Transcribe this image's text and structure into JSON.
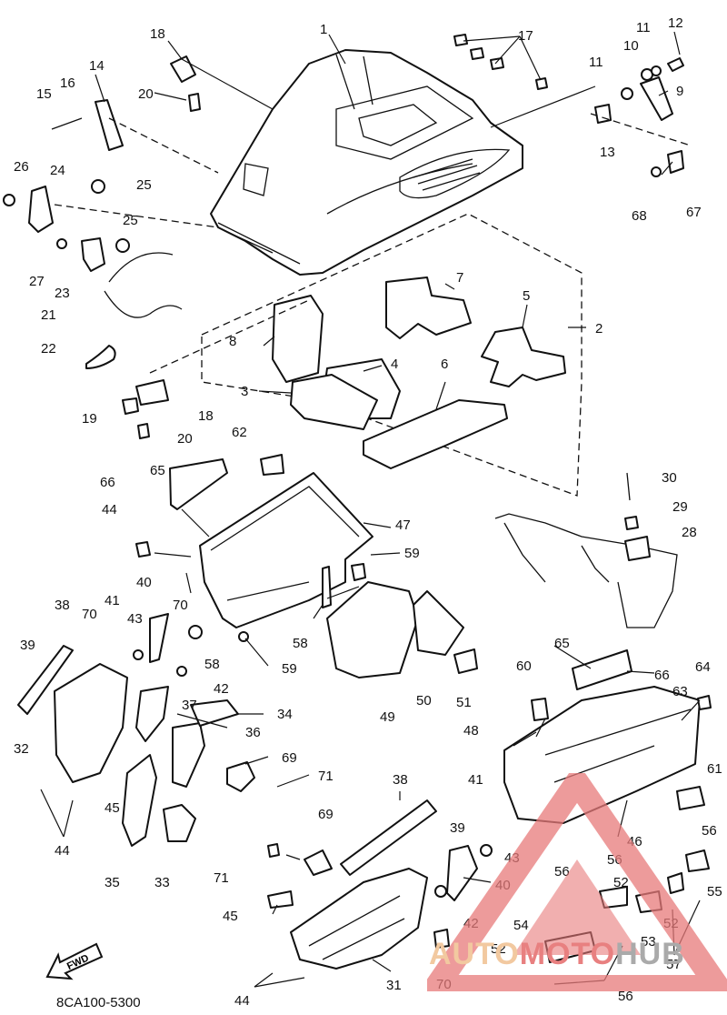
{
  "diagram_code": "8CA100-5300",
  "fwd_label": "FWD",
  "watermark": {
    "part1": "AUTO",
    "part2": "MOTO",
    "part3": "HUB"
  },
  "callouts": [
    {
      "id": "c1",
      "text": "1"
    },
    {
      "id": "c2",
      "text": "2"
    },
    {
      "id": "c3",
      "text": "3"
    },
    {
      "id": "c4",
      "text": "4"
    },
    {
      "id": "c5",
      "text": "5"
    },
    {
      "id": "c6",
      "text": "6"
    },
    {
      "id": "c7",
      "text": "7"
    },
    {
      "id": "c8",
      "text": "8"
    },
    {
      "id": "c9",
      "text": "9"
    },
    {
      "id": "c10",
      "text": "10"
    },
    {
      "id": "c11a",
      "text": "11"
    },
    {
      "id": "c11b",
      "text": "11"
    },
    {
      "id": "c12",
      "text": "12"
    },
    {
      "id": "c13",
      "text": "13"
    },
    {
      "id": "c14",
      "text": "14"
    },
    {
      "id": "c15",
      "text": "15"
    },
    {
      "id": "c16",
      "text": "16"
    },
    {
      "id": "c17",
      "text": "17"
    },
    {
      "id": "c18a",
      "text": "18"
    },
    {
      "id": "c18b",
      "text": "18"
    },
    {
      "id": "c19",
      "text": "19"
    },
    {
      "id": "c20a",
      "text": "20"
    },
    {
      "id": "c20b",
      "text": "20"
    },
    {
      "id": "c21",
      "text": "21"
    },
    {
      "id": "c22",
      "text": "22"
    },
    {
      "id": "c23",
      "text": "23"
    },
    {
      "id": "c24",
      "text": "24"
    },
    {
      "id": "c25a",
      "text": "25"
    },
    {
      "id": "c25b",
      "text": "25"
    },
    {
      "id": "c26",
      "text": "26"
    },
    {
      "id": "c27",
      "text": "27"
    },
    {
      "id": "c28",
      "text": "28"
    },
    {
      "id": "c29",
      "text": "29"
    },
    {
      "id": "c30",
      "text": "30"
    },
    {
      "id": "c31",
      "text": "31"
    },
    {
      "id": "c32",
      "text": "32"
    },
    {
      "id": "c33",
      "text": "33"
    },
    {
      "id": "c34",
      "text": "34"
    },
    {
      "id": "c35",
      "text": "35"
    },
    {
      "id": "c36",
      "text": "36"
    },
    {
      "id": "c37",
      "text": "37"
    },
    {
      "id": "c38a",
      "text": "38"
    },
    {
      "id": "c38b",
      "text": "38"
    },
    {
      "id": "c39a",
      "text": "39"
    },
    {
      "id": "c39b",
      "text": "39"
    },
    {
      "id": "c40a",
      "text": "40"
    },
    {
      "id": "c40b",
      "text": "40"
    },
    {
      "id": "c41a",
      "text": "41"
    },
    {
      "id": "c41b",
      "text": "41"
    },
    {
      "id": "c42a",
      "text": "42"
    },
    {
      "id": "c42b",
      "text": "42"
    },
    {
      "id": "c43a",
      "text": "43"
    },
    {
      "id": "c43b",
      "text": "43"
    },
    {
      "id": "c44a",
      "text": "44"
    },
    {
      "id": "c44b",
      "text": "44"
    },
    {
      "id": "c44c",
      "text": "44"
    },
    {
      "id": "c45a",
      "text": "45"
    },
    {
      "id": "c45b",
      "text": "45"
    },
    {
      "id": "c46",
      "text": "46"
    },
    {
      "id": "c47",
      "text": "47"
    },
    {
      "id": "c48",
      "text": "48"
    },
    {
      "id": "c49",
      "text": "49"
    },
    {
      "id": "c50",
      "text": "50"
    },
    {
      "id": "c51",
      "text": "51"
    },
    {
      "id": "c52a",
      "text": "52"
    },
    {
      "id": "c52b",
      "text": "52"
    },
    {
      "id": "c52c",
      "text": "52"
    },
    {
      "id": "c53",
      "text": "53"
    },
    {
      "id": "c54",
      "text": "54"
    },
    {
      "id": "c55",
      "text": "55"
    },
    {
      "id": "c56a",
      "text": "56"
    },
    {
      "id": "c56b",
      "text": "56"
    },
    {
      "id": "c56c",
      "text": "56"
    },
    {
      "id": "c56d",
      "text": "56"
    },
    {
      "id": "c57",
      "text": "57"
    },
    {
      "id": "c58a",
      "text": "58"
    },
    {
      "id": "c58b",
      "text": "58"
    },
    {
      "id": "c59a",
      "text": "59"
    },
    {
      "id": "c59b",
      "text": "59"
    },
    {
      "id": "c60",
      "text": "60"
    },
    {
      "id": "c61",
      "text": "61"
    },
    {
      "id": "c62",
      "text": "62"
    },
    {
      "id": "c63",
      "text": "63"
    },
    {
      "id": "c64",
      "text": "64"
    },
    {
      "id": "c65a",
      "text": "65"
    },
    {
      "id": "c65b",
      "text": "65"
    },
    {
      "id": "c66a",
      "text": "66"
    },
    {
      "id": "c66b",
      "text": "66"
    },
    {
      "id": "c67",
      "text": "67"
    },
    {
      "id": "c68",
      "text": "68"
    },
    {
      "id": "c69a",
      "text": "69"
    },
    {
      "id": "c69b",
      "text": "69"
    },
    {
      "id": "c70a",
      "text": "70"
    },
    {
      "id": "c70b",
      "text": "70"
    },
    {
      "id": "c70c",
      "text": "70"
    },
    {
      "id": "c71a",
      "text": "71"
    },
    {
      "id": "c71b",
      "text": "71"
    }
  ]
}
